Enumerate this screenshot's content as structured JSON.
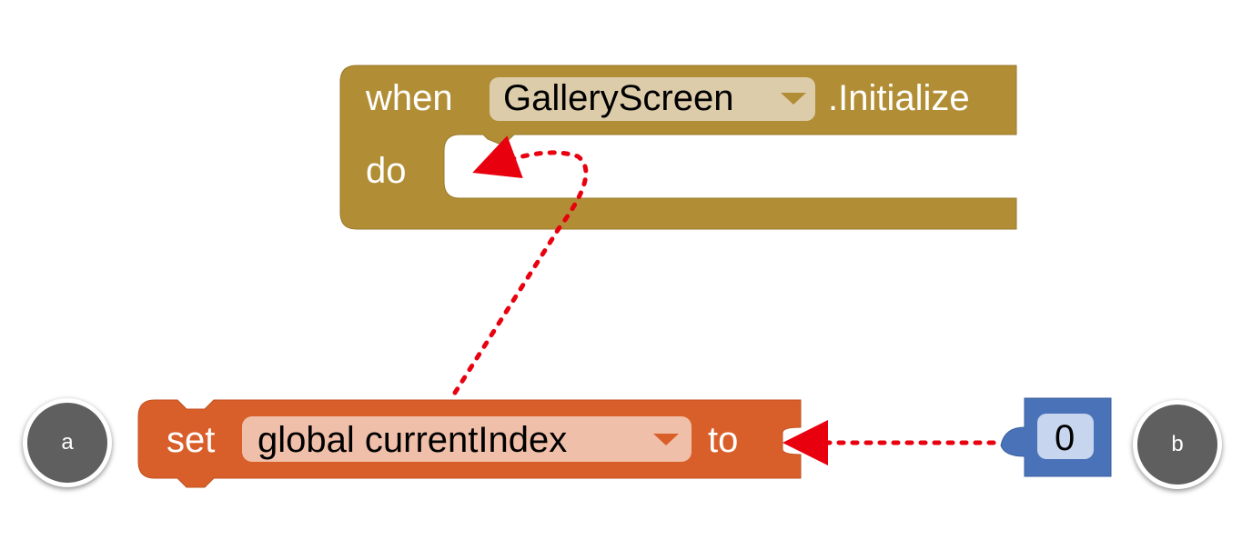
{
  "event_block": {
    "when_label": "when",
    "component": "GalleryScreen",
    "event": ".Initialize",
    "do_label": "do",
    "color": "#b18e35"
  },
  "set_block": {
    "set_label": "set",
    "variable": "global currentIndex",
    "to_label": "to",
    "color": "#d95f2a"
  },
  "number_block": {
    "value": "0",
    "color": "#4a72b8"
  },
  "badges": {
    "a": "a",
    "b": "b"
  },
  "arrow_color": "#e8000f"
}
